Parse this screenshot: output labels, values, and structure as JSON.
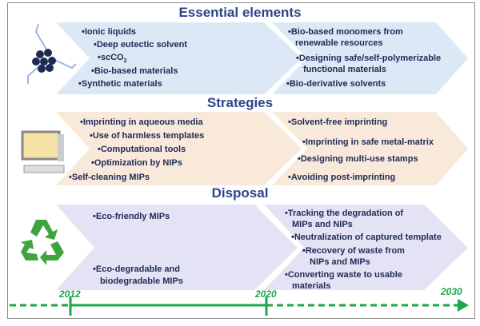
{
  "sections": [
    {
      "title": "Essential elements",
      "left": [
        "Ionic liquids",
        "Deep eutectic solvent",
        "scCO",
        "Bio-based materials",
        "Synthetic materials"
      ],
      "sub": "2",
      "right": [
        "Bio-based monomers from",
        "renewable resources",
        "Designing safe/self-polymerizable",
        "functional materials",
        "Bio-derivative solvents"
      ]
    },
    {
      "title": "Strategies",
      "left": [
        "Imprinting in aqueous media",
        "Use of harmless templates",
        "Computational tools",
        "Optimization by NIPs",
        "Self-cleaning MIPs"
      ],
      "right": [
        "Solvent-free imprinting",
        "Imprinting in safe metal-matrix",
        "Designing multi-use stamps",
        "Avoiding post-imprinting"
      ]
    },
    {
      "title": "Disposal",
      "left": [
        "Eco-friendly MIPs",
        "Eco-degradable and",
        "biodegradable MIPs"
      ],
      "right": [
        "Tracking the degradation of",
        "MIPs and NIPs",
        "Neutralization of captured template",
        "Recovery of waste from",
        "NIPs and MIPs",
        "Converting waste to usable",
        "materials"
      ]
    }
  ],
  "timeline": {
    "years": [
      "2012",
      "2020",
      "2030"
    ]
  },
  "colors": {
    "row1": "#dce8f5",
    "row2": "#f8e9da",
    "row3": "#e4e3f5",
    "timeline": "#1aa84a",
    "text": "#1f2a55"
  }
}
